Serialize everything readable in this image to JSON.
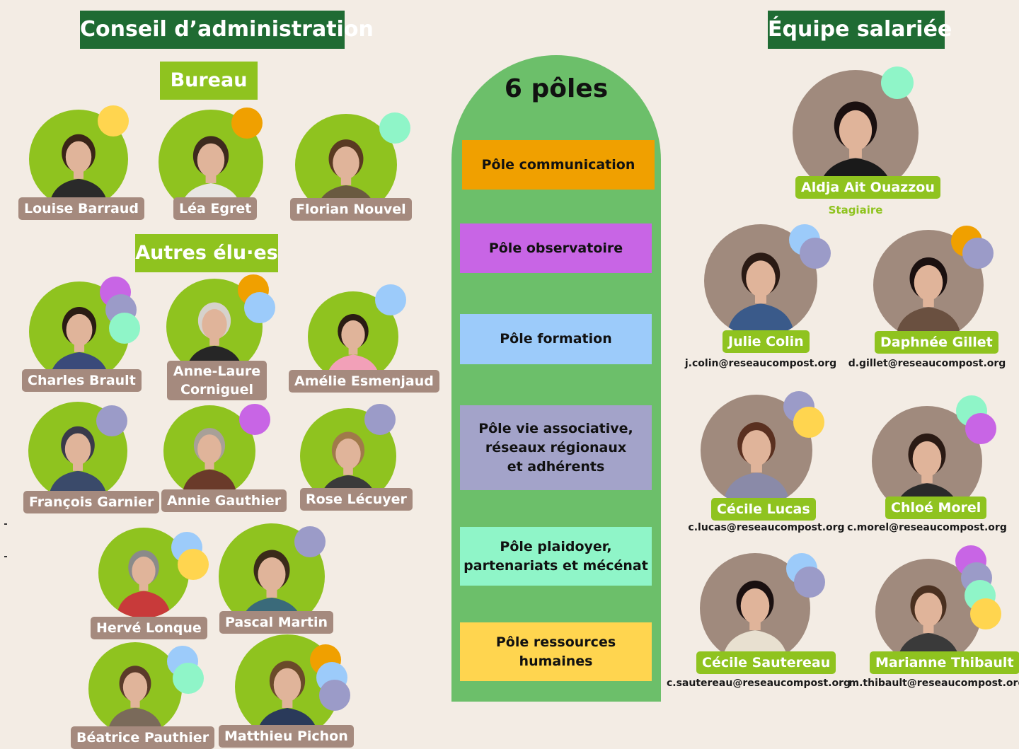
{
  "colors": {
    "dark_green": "#1f6b33",
    "lime": "#8fc31f",
    "pillar": "#6cbf6a",
    "tag_brown": "#a58a7e",
    "yellow": "#ffd54f",
    "orange": "#f0a000",
    "mint": "#8ff5c8",
    "purple": "#c865e5",
    "lavender": "#9b9bc8",
    "light_blue": "#9ccbfa"
  },
  "board": {
    "title": "Conseil d’administration",
    "bureau_title": "Bureau",
    "others_title": "Autres élu·es",
    "members": [
      {
        "name": "Louise Barraud"
      },
      {
        "name": "Léa Egret"
      },
      {
        "name": "Florian Nouvel"
      },
      {
        "name": "Charles  Brault"
      },
      {
        "name": "Anne-Laure Corniguel"
      },
      {
        "name": "Amélie Esmenjaud"
      },
      {
        "name": "François Garnier"
      },
      {
        "name": "Annie Gauthier"
      },
      {
        "name": "Rose Lécuyer"
      },
      {
        "name": "Hervé Lonque"
      },
      {
        "name": "Pascal Martin"
      },
      {
        "name": "Béatrice Pauthier"
      },
      {
        "name": "Matthieu Pichon"
      }
    ]
  },
  "poles": {
    "title": "6 pôles",
    "items": [
      {
        "label": "Pôle communication",
        "color": "#f0a000"
      },
      {
        "label": "Pôle observatoire",
        "color": "#c865e5"
      },
      {
        "label": "Pôle formation",
        "color": "#9ccbfa"
      },
      {
        "label": "Pôle vie associative,\nréseaux régionaux\net adhérents",
        "color": "#a3a3c9"
      },
      {
        "label": "Pôle plaidoyer,\npartenariats et mécénat",
        "color": "#8ff5c8"
      },
      {
        "label": "Pôle ressources humaines",
        "color": "#ffd54f"
      }
    ]
  },
  "staff": {
    "title": "Équipe salariée",
    "members": [
      {
        "name": "Aldja Ait Ouazzou",
        "role": "Stagiaire",
        "email": ""
      },
      {
        "name": "Julie Colin",
        "email": "j.colin@reseaucompost.org"
      },
      {
        "name": "Daphnée Gillet",
        "email": "d.gillet@reseaucompost.org"
      },
      {
        "name": "Cécile Lucas",
        "email": "c.lucas@reseaucompost.org"
      },
      {
        "name": "Chloé Morel",
        "email": "c.morel@reseaucompost.org"
      },
      {
        "name": "Cécile Sautereau",
        "email": "c.sautereau@reseaucompost.org"
      },
      {
        "name": "Marianne Thibault",
        "email": "m.thibault@reseaucompost.org"
      }
    ]
  }
}
